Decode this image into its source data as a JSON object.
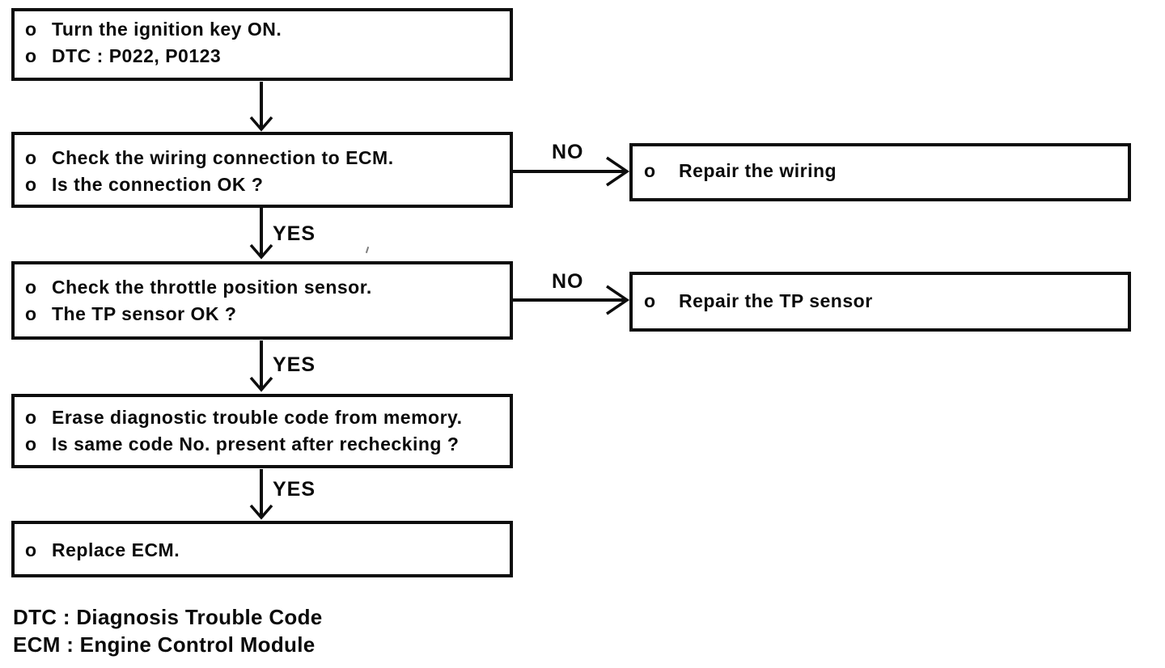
{
  "bullet": "o",
  "labels": {
    "yes": "YES",
    "no": "NO"
  },
  "nodes": {
    "start": {
      "lines": [
        "Turn the ignition key ON.",
        "DTC : P022, P0123"
      ]
    },
    "check_wiring": {
      "lines": [
        "Check the wiring connection to ECM.",
        "Is the connection OK ?"
      ]
    },
    "repair_wiring": {
      "lines": [
        "Repair the wiring"
      ]
    },
    "check_tp_sensor": {
      "lines": [
        "Check the throttle position sensor.",
        "The TP sensor OK ?"
      ]
    },
    "repair_tp_sensor": {
      "lines": [
        "Repair the TP sensor"
      ]
    },
    "erase_dtc": {
      "lines": [
        "Erase diagnostic trouble code from memory.",
        "Is same code No. present after rechecking ?"
      ]
    },
    "replace_ecm": {
      "lines": [
        "Replace ECM."
      ]
    }
  },
  "legend": {
    "lines": [
      "DTC : Diagnosis Trouble Code",
      "ECM : Engine Control Module"
    ]
  }
}
